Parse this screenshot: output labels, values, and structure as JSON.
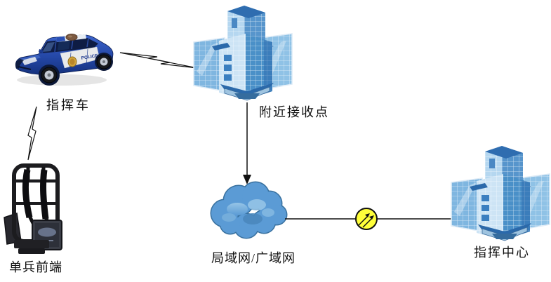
{
  "figure": {
    "type": "network-topology-diagram",
    "background": "#ffffff",
    "nodes": {
      "command_vehicle": {
        "label": "指挥车",
        "kind": "police-car",
        "marking": "POLICE"
      },
      "nearby_receive_point": {
        "label": "附近接收点",
        "kind": "glass-building"
      },
      "soldier_frontend": {
        "label": "单兵前端",
        "kind": "manpack-backpack-device"
      },
      "lan_wan_cloud": {
        "label": "局域网/广域网",
        "kind": "network-cloud"
      },
      "command_center": {
        "label": "指挥中心",
        "kind": "glass-building"
      }
    },
    "links": [
      {
        "from": "soldier_frontend",
        "to": "command_vehicle",
        "style": "lightning-bolt-wireless"
      },
      {
        "from": "command_vehicle",
        "to": "nearby_receive_point",
        "style": "lightning-bolt-wireless"
      },
      {
        "from": "nearby_receive_point",
        "to": "lan_wan_cloud",
        "style": "straight-line-arrow-down"
      },
      {
        "from": "lan_wan_cloud",
        "to": "command_center",
        "style": "line-through-transceiver"
      }
    ],
    "symbols": {
      "transceiver": {
        "shape": "yellow-circle-with-two-up-right-arrows",
        "fill": "#ffff33"
      }
    },
    "colors": {
      "cloud": "#5b9bd5",
      "building_glass": "#7fb6e0",
      "car_body": "#2a50b4",
      "connector_line": "#111111",
      "transceiver_fill": "#ffff33"
    }
  }
}
